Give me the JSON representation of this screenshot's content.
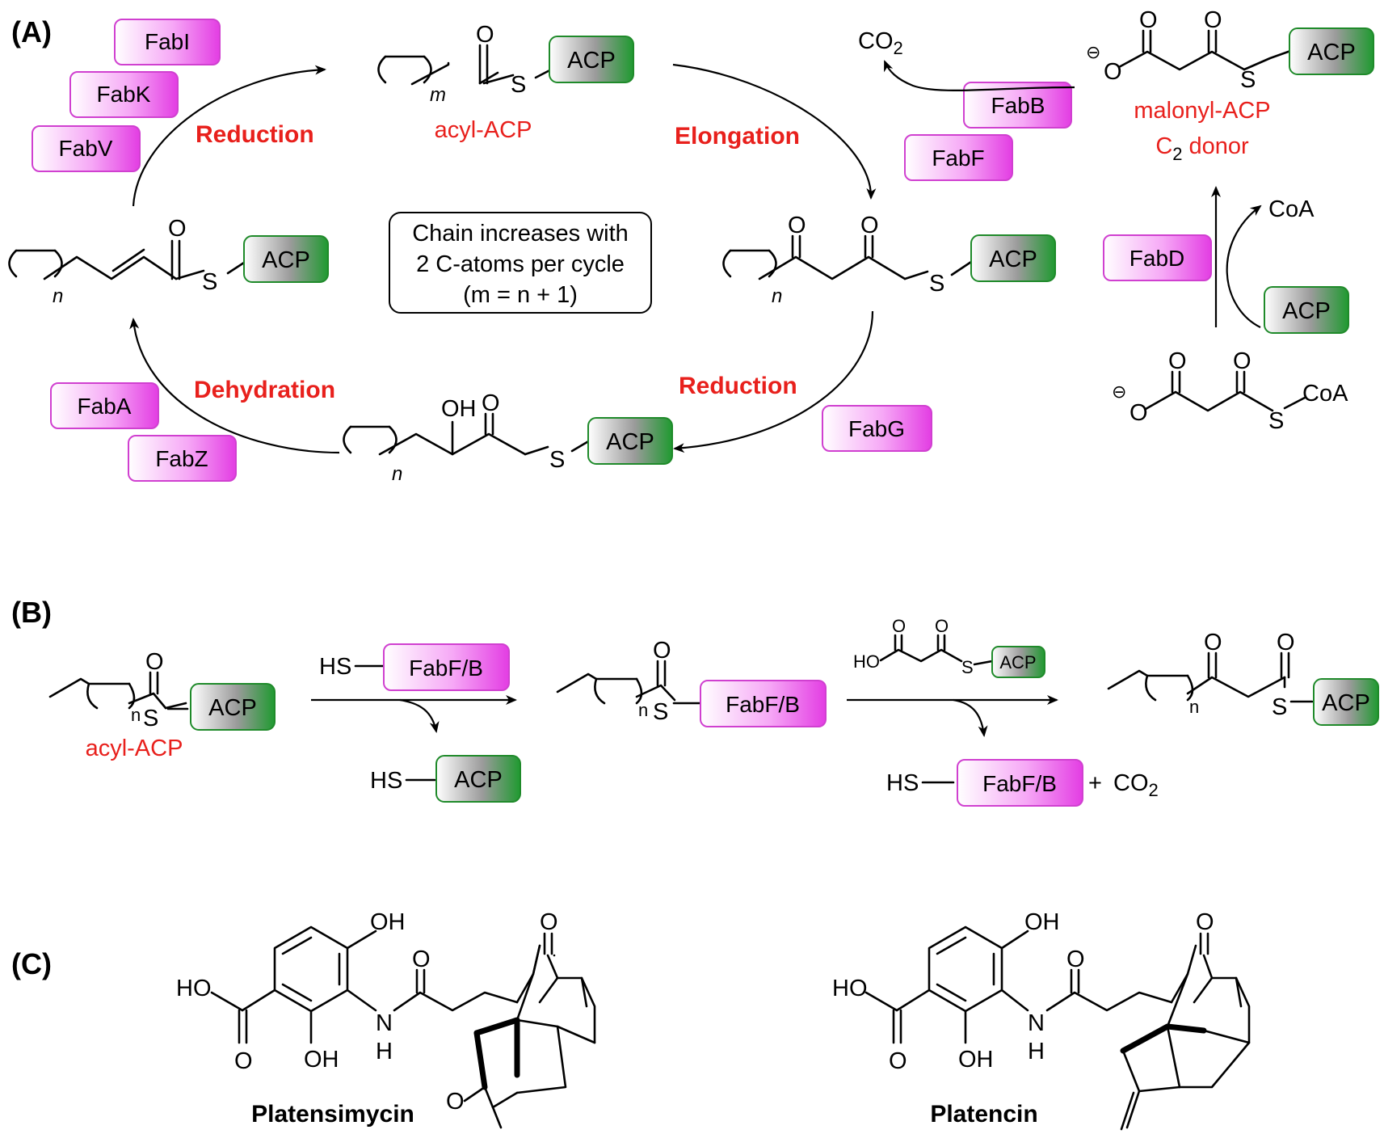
{
  "panels": {
    "a": "(A)",
    "b": "(B)",
    "c": "(C)"
  },
  "colors": {
    "enzyme_magenta": "#ee55ee",
    "acp_green": "#2e9e3a",
    "step_red": "#e8201c"
  },
  "cycle": {
    "steps": {
      "reduction_top": "Reduction",
      "elongation": "Elongation",
      "reduction_right": "Reduction",
      "dehydration": "Dehydration"
    },
    "enzymes": {
      "fabi": "FabI",
      "fabk": "FabK",
      "fabv": "FabV",
      "fabb": "FabB",
      "fabf": "FabF",
      "fabg": "FabG",
      "faba": "FabA",
      "fabz": "FabZ",
      "fabd": "FabD"
    },
    "acp": "ACP",
    "acyl_label": "acyl-ACP",
    "malonyl_label": "malonyl-ACP",
    "c2_donor_main": "C",
    "c2_donor_sub": "2",
    "c2_donor_rest": "donor",
    "co2_main": "CO",
    "co2_sub": "2",
    "coa": "CoA",
    "center_box": [
      "Chain increases with",
      "2 C-atoms per cycle",
      "(m = n + 1)"
    ]
  },
  "panel_b": {
    "acyl_label": "acyl-ACP",
    "fabfb": "FabF/B",
    "acp": "ACP",
    "hs": "HS",
    "ho": "HO",
    "plus": "+",
    "co2_main": "CO",
    "co2_sub": "2"
  },
  "panel_c": {
    "compounds": [
      {
        "name": "Platensimycin"
      },
      {
        "name": "Platencin"
      }
    ]
  },
  "atoms": {
    "o": "O",
    "s": "S",
    "oh": "OH",
    "h": "H",
    "n_atom": "N",
    "n": "n",
    "m": "m",
    "minus": "⊖"
  }
}
